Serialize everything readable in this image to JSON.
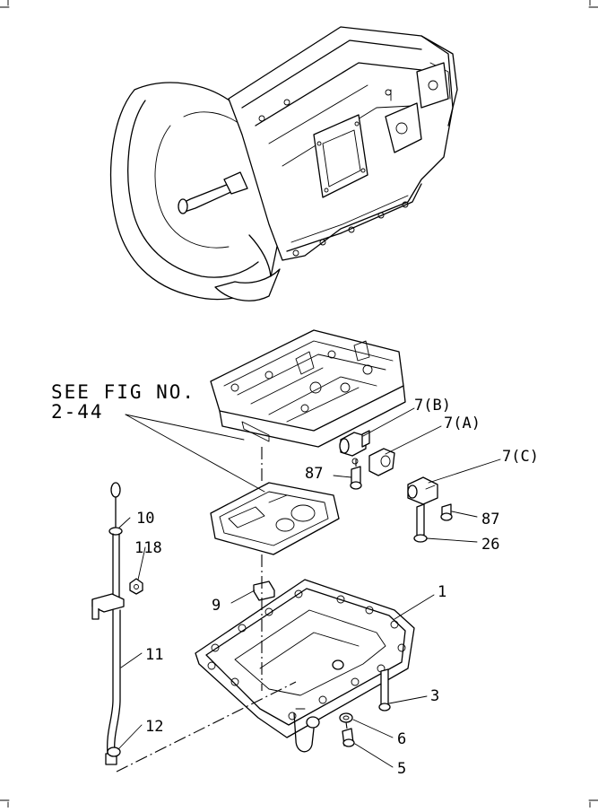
{
  "diagram": {
    "see_fig_line1": "SEE FIG NO.",
    "see_fig_line2": "2-44",
    "callouts": {
      "c7b": "7(B)",
      "c7a": "7(A)",
      "c7c": "7(C)",
      "c87a": "87",
      "c87b": "87",
      "c26": "26",
      "c10": "10",
      "c118": "118",
      "c9": "9",
      "c1": "1",
      "c11": "11",
      "c3": "3",
      "c12": "12",
      "c6": "6",
      "c5": "5"
    }
  }
}
